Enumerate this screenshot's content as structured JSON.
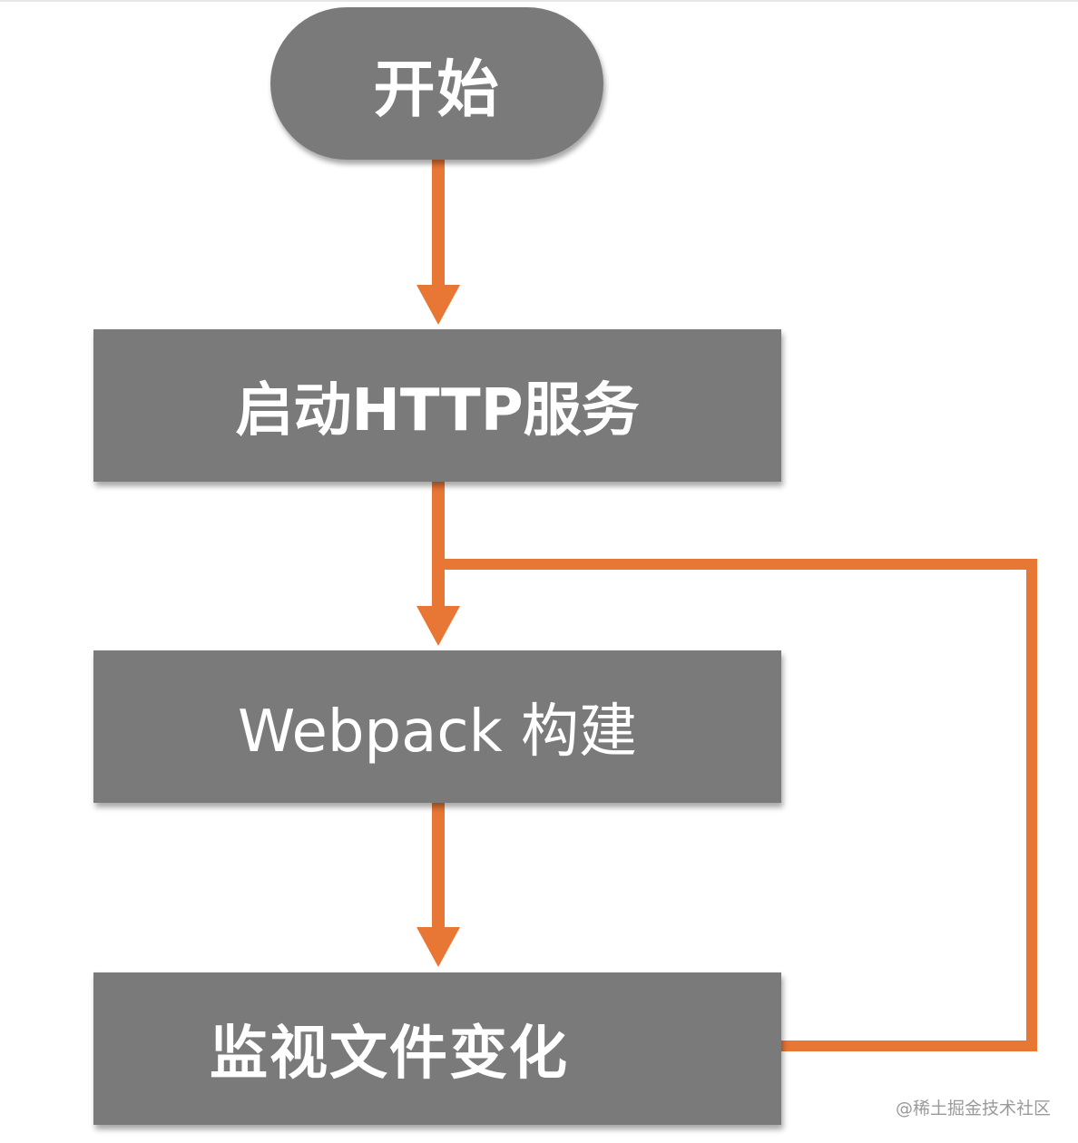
{
  "nodes": {
    "start": "开始",
    "http": "启动HTTP服务",
    "webpack": "Webpack 构建",
    "watch": "监视文件变化"
  },
  "colors": {
    "node_fill": "#7a7a7a",
    "node_text": "#ffffff",
    "connector": "#e87634"
  },
  "watermark": "@稀土掘金技术社区"
}
